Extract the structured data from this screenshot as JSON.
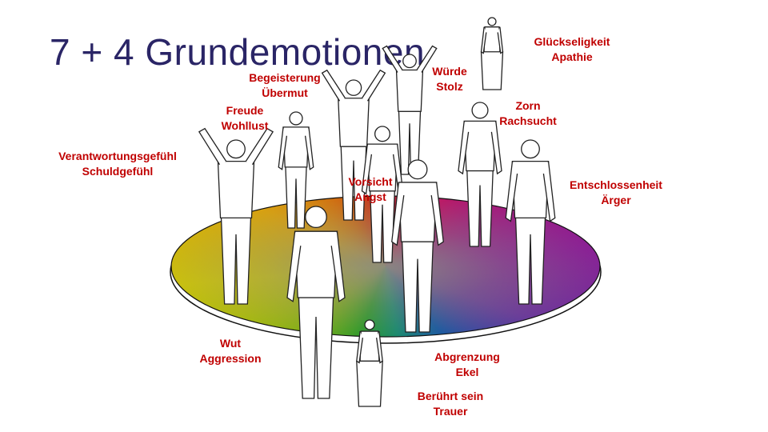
{
  "title": "7 + 4 Grundemotionen",
  "colors": {
    "title": "#2a2566",
    "label": "#c00000"
  },
  "emotions": [
    {
      "positive": "Glückseligkeit",
      "negative": "Apathie"
    },
    {
      "positive": "Würde",
      "negative": "Stolz"
    },
    {
      "positive": "Begeisterung",
      "negative": "Übermut"
    },
    {
      "positive": "Freude",
      "negative": "Wohllust"
    },
    {
      "positive": "Zorn",
      "negative": "Rachsucht"
    },
    {
      "positive": "Verantwortungsgefühl",
      "negative": "Schuldgefühl"
    },
    {
      "positive": "Vorsicht",
      "negative": "Angst"
    },
    {
      "positive": "Entschlossenheit",
      "negative": "Ärger"
    },
    {
      "positive": "Wut",
      "negative": "Aggression"
    },
    {
      "positive": "Abgrenzung",
      "negative": "Ekel"
    },
    {
      "positive": "Berührt sein",
      "negative": "Trauer"
    }
  ]
}
